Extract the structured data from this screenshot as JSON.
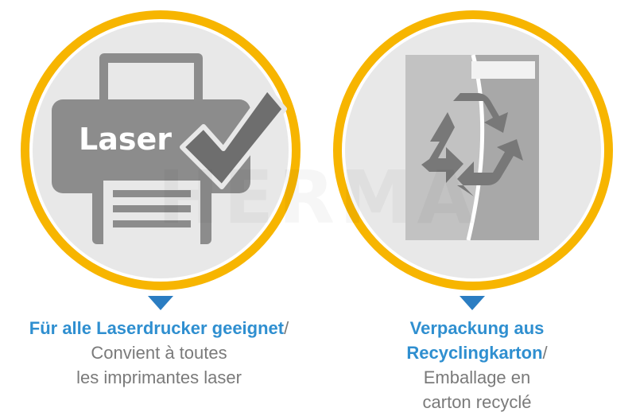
{
  "watermark": "HERMA",
  "colors": {
    "ring": "#f7b500",
    "disc": "#e8e8e8",
    "icon_gray": "#8c8c8c",
    "pointer_blue": "#2b7dc2",
    "text_blue": "#2f8fd0",
    "text_gray": "#7a7a7a"
  },
  "badges": [
    {
      "icon": "laser-printer-check-icon",
      "icon_label": "Laser",
      "caption_de": "Für alle Laserdrucker geeignet",
      "separator": "/",
      "caption_fr_line1": "Convient à toutes",
      "caption_fr_line2": "les imprimantes laser"
    },
    {
      "icon": "recycled-carton-icon",
      "caption_de_line1": "Verpackung aus",
      "caption_de_line2": "Recyclingkarton",
      "separator": "/",
      "caption_fr_line1": "Emballage en",
      "caption_fr_line2": "carton recyclé"
    }
  ]
}
